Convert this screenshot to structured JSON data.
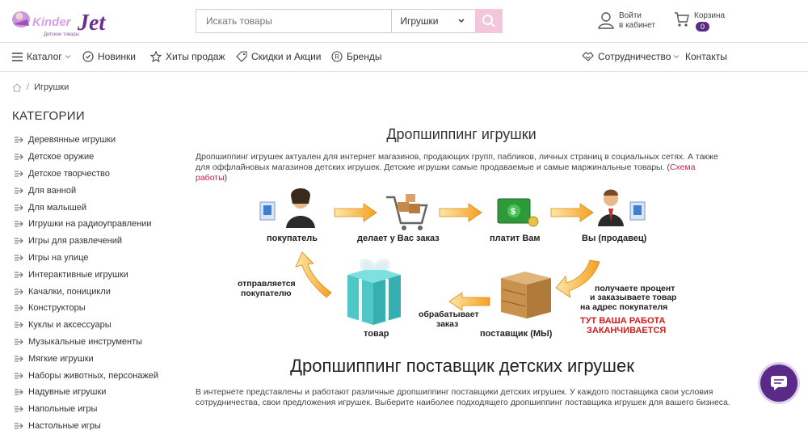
{
  "header": {
    "logo_text": "KinderJet",
    "logo_sub": "Детские товары",
    "search_placeholder": "Искать товары",
    "search_category": "Игрушки",
    "login_line1": "Войти",
    "login_line2": "в кабинет",
    "cart_label": "Корзина",
    "cart_count": "0"
  },
  "nav": {
    "catalog": "Каталог",
    "new": "Новинки",
    "hits": "Хиты продаж",
    "sales": "Скидки и Акции",
    "brands": "Бренды",
    "cooperation": "Сотрудничество",
    "contacts": "Контакты"
  },
  "breadcrumb": {
    "current": "Игрушки"
  },
  "sidebar": {
    "title": "КАТЕГОРИИ",
    "items": [
      "Деревянные игрушки",
      "Детское оружие",
      "Детское творчество",
      "Для ванной",
      "Для малышей",
      "Игрушки на радиоуправлении",
      "Игры для развлечений",
      "Игры на улице",
      "Интерактивные игрушки",
      "Качалки, поницикли",
      "Конструкторы",
      "Куклы и аксессуары",
      "Музыкальные инструменты",
      "Мягкие игрушки",
      "Наборы животных, персонажей",
      "Надувные игрушки",
      "Напольные игры",
      "Настольные игры"
    ]
  },
  "main": {
    "title": "Дропшиппинг игрушки",
    "intro_text": "Дропшиппинг игрушек актуален для интернет магазинов, продающих групп, пабликов, личных страниц в социальных сетях. А также для оффлайновых магазинов детских игрушек. Детские игрушки самые продаваемые и самые маржинальные товары. (",
    "intro_link": "Схема работы",
    "intro_end": ")",
    "scheme": {
      "buyer": "покупатель",
      "order": "делает у Вас заказ",
      "pays": "платит Вам",
      "you": "Вы (продавец)",
      "percent1": "получаете процент",
      "percent2": "и заказываете товар",
      "percent3": "на адрес покупателя",
      "work_done1": "ТУТ ВАША РАБОТА",
      "work_done2": "ЗАКАНЧИВАЕТСЯ",
      "supplier": "поставщик (МЫ)",
      "processes1": "обрабатывает",
      "processes2": "заказ",
      "goods": "товар",
      "sent1": "отправляется",
      "sent2": "покупателю"
    },
    "h2": "Дропшиппинг поставщик детских игрушек",
    "para": "В интернете представлены и работают различные дропшиппинг поставщики детских игрушек. У каждого поставщика свои условия сотрудничества, свои предложения игрушек. Выберите наиболее подходящего дропшиппинг поставщика игрушек для вашего бизнеса."
  }
}
